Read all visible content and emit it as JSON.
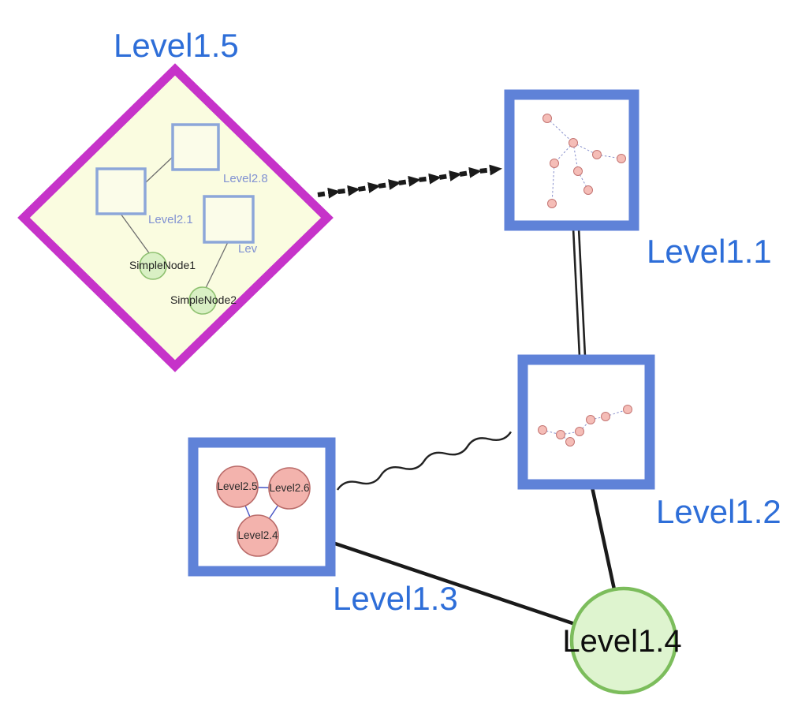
{
  "diagram_type": "nested-hierarchical-graph",
  "colors": {
    "box_border_blue": "#5f82d8",
    "label_blue": "#2e6ed8",
    "diamond_border_magenta": "#c633c9",
    "diamond_fill_yellow": "#fafce0",
    "green_node_fill": "#def4cf",
    "green_node_border": "#7cbd5c",
    "pink_node_fill": "#f3b3ad",
    "pink_node_border": "#b96a68",
    "inner_square_border": "#8ca6d9",
    "inner_label_blue": "#8091d2",
    "edge_black": "#1a1a1a"
  },
  "nodes": {
    "level1_5": {
      "label": "Level1.5",
      "shape": "diamond",
      "role": "group"
    },
    "level1_1": {
      "label": "Level1.1",
      "shape": "square",
      "role": "group"
    },
    "level1_2": {
      "label": "Level1.2",
      "shape": "square",
      "role": "group"
    },
    "level1_3": {
      "label": "Level1.3",
      "shape": "square",
      "role": "group"
    },
    "level1_4": {
      "label": "Level1.4",
      "shape": "circle",
      "role": "simple"
    },
    "level2_8": {
      "label": "Level2.8",
      "shape": "square",
      "parent": "Level1.5"
    },
    "level2_1": {
      "label": "Level2.1",
      "shape": "square",
      "parent": "Level1.5"
    },
    "level2_lev": {
      "label": "Lev",
      "shape": "square",
      "parent": "Level1.5"
    },
    "simple_node1": {
      "label": "SimpleNode1",
      "shape": "circle",
      "parent": "Level1.5"
    },
    "simple_node2": {
      "label": "SimpleNode2",
      "shape": "circle",
      "parent": "Level1.5"
    },
    "level2_5": {
      "label": "Level2.5",
      "shape": "circle",
      "parent": "Level1.3"
    },
    "level2_6": {
      "label": "Level2.6",
      "shape": "circle",
      "parent": "Level1.3"
    },
    "level2_4": {
      "label": "Level2.4",
      "shape": "circle",
      "parent": "Level1.3"
    }
  },
  "edges": [
    {
      "from": "Level1.5",
      "to": "Level1.1",
      "style": "thick-dashed-arrow-chain"
    },
    {
      "from": "Level1.1",
      "to": "Level1.2",
      "style": "double-parallel-line"
    },
    {
      "from": "Level1.3",
      "to": "Level1.2",
      "style": "wavy-line"
    },
    {
      "from": "Level1.3",
      "to": "Level1.4",
      "style": "solid-line"
    },
    {
      "from": "Level1.2",
      "to": "Level1.4",
      "style": "solid-line"
    },
    {
      "from": "Level2.1",
      "to": "Level2.8",
      "style": "thin-gray"
    },
    {
      "from": "Level2.1",
      "to": "SimpleNode1",
      "style": "thin-gray"
    },
    {
      "from": "Lev",
      "to": "SimpleNode2",
      "style": "thin-gray"
    },
    {
      "from": "Level2.5",
      "to": "Level2.6",
      "style": "thin-blue"
    },
    {
      "from": "Level2.5",
      "to": "Level2.4",
      "style": "thin-blue"
    },
    {
      "from": "Level2.6",
      "to": "Level2.4",
      "style": "thin-blue"
    }
  ],
  "mini_graphs": {
    "level1_1_contents": {
      "node_count": 8,
      "node_color": "pink",
      "edge_style": "dashed-blue"
    },
    "level1_2_contents": {
      "node_count": 7,
      "node_color": "pink",
      "edge_style": "dashed-blue"
    }
  }
}
